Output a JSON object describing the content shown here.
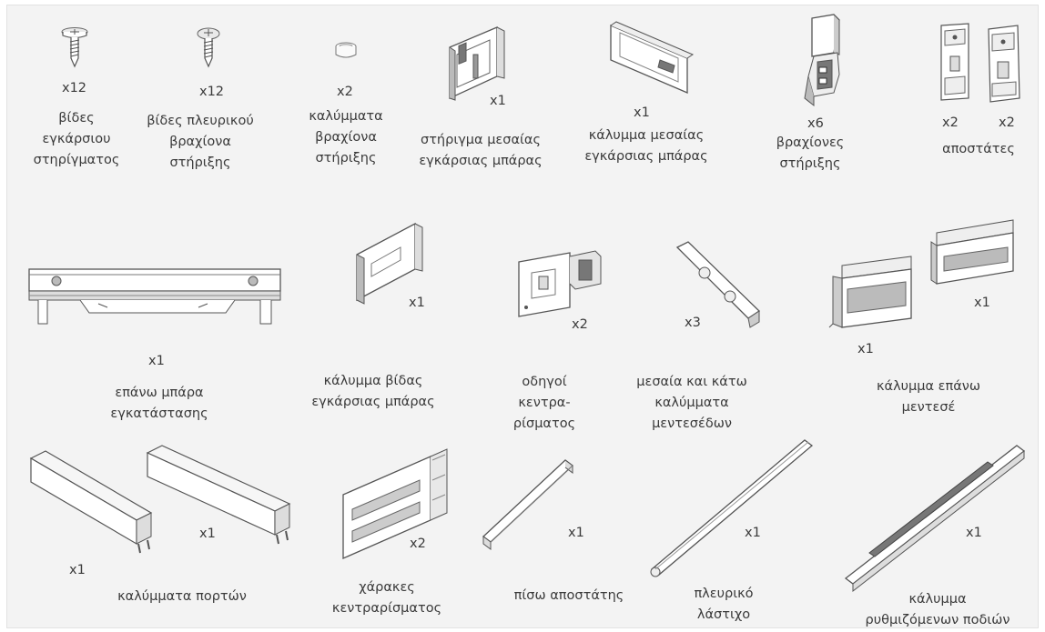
{
  "parts": [
    {
      "qty": "x12",
      "label": [
        "βίδες",
        "εγκάρσιου",
        "στηρίγματος"
      ],
      "icon": "cross-bar-screw-icon"
    },
    {
      "qty": "x12",
      "label": [
        "βίδες πλευρικού",
        "βραχίονα",
        "στήριξης"
      ],
      "icon": "bracket-screw-icon"
    },
    {
      "qty": "x2",
      "label": [
        "καλύμματα",
        "βραχίονα",
        "στήριξης"
      ],
      "icon": "bracket-cap-icon"
    },
    {
      "qty": "x1",
      "label": [
        "στήριγμα μεσαίας",
        "εγκάρσιας μπάρας"
      ],
      "icon": "middle-bar-support-icon"
    },
    {
      "qty": "x1",
      "label": [
        "κάλυμμα μεσαίας",
        "εγκάρσιας μπάρας"
      ],
      "icon": "middle-bar-cover-icon"
    },
    {
      "qty": "x6",
      "label": [
        "βραχίονες",
        "στήριξης"
      ],
      "icon": "support-bracket-icon"
    },
    {
      "qty": "x2",
      "qty2": "x2",
      "label": [
        "αποστάτες"
      ],
      "icon": "spacers-icon"
    },
    {
      "qty": "x1",
      "label": [
        "επάνω μπάρα",
        "εγκατάστασης"
      ],
      "icon": "top-install-bar-icon"
    },
    {
      "qty": "x1",
      "label": [
        "κάλυμμα βίδας",
        "εγκάρσιας μπάρας"
      ],
      "icon": "cross-bar-screw-cover-icon"
    },
    {
      "qty": "x2",
      "label": [
        "οδηγοί",
        "κεντρα-",
        "ρίσματος"
      ],
      "icon": "centering-guide-icon"
    },
    {
      "qty": "x3",
      "label": [
        "μεσαία και κάτω",
        "καλύμματα",
        "μεντεσέδων"
      ],
      "icon": "hinge-cover-icon"
    },
    {
      "qty": "x1",
      "qty2": "x1",
      "label": [
        "κάλυμμα επάνω",
        "μεντεσέ"
      ],
      "icon": "top-hinge-cover-icon"
    },
    {
      "qty": "x1",
      "qty2": "x1",
      "label": [
        "καλύμματα πορτών"
      ],
      "icon": "door-covers-icon"
    },
    {
      "qty": "x2",
      "label": [
        "χάρακες",
        "κεντραρίσματος"
      ],
      "icon": "centering-rulers-icon"
    },
    {
      "qty": "x1",
      "label": [
        "πίσω αποστάτης"
      ],
      "icon": "rear-spacer-icon"
    },
    {
      "qty": "x1",
      "label": [
        "πλευρικό",
        "λάστιχο"
      ],
      "icon": "side-rubber-icon"
    },
    {
      "qty": "x1",
      "label": [
        "κάλυμμα",
        "ρυθμιζόμενων ποδιών"
      ],
      "icon": "adjustable-feet-cover-icon"
    }
  ]
}
